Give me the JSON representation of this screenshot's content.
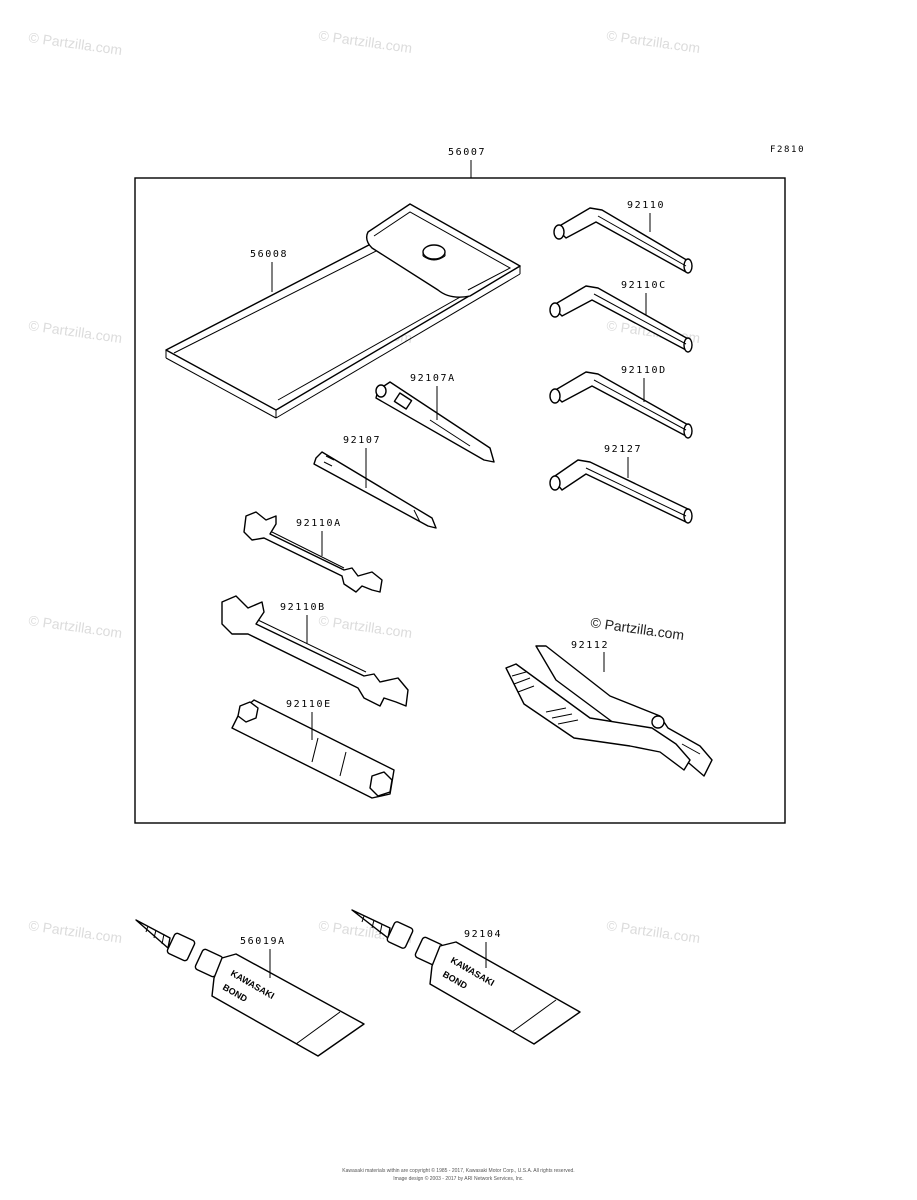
{
  "figure_code": "F2810",
  "watermark": "© Partzilla.com",
  "tube_brand": [
    "KAWASAKI",
    "BOND"
  ],
  "copyright": [
    "Kawasaki materials within are copyright © 1985 - 2017, Kawasaki Motor Corp., U.S.A. All rights reserved.",
    "Image design © 2003 - 2017 by ARI Network Services, Inc."
  ],
  "parts": {
    "p56007": "56007",
    "p56008": "56008",
    "p92110": "92110",
    "p92110C": "92110C",
    "p92110D": "92110D",
    "p92127": "92127",
    "p92107A": "92107A",
    "p92107": "92107",
    "p92110A": "92110A",
    "p92110B": "92110B",
    "p92112": "92112",
    "p92110E": "92110E",
    "p56019A": "56019A",
    "p92104": "92104"
  }
}
